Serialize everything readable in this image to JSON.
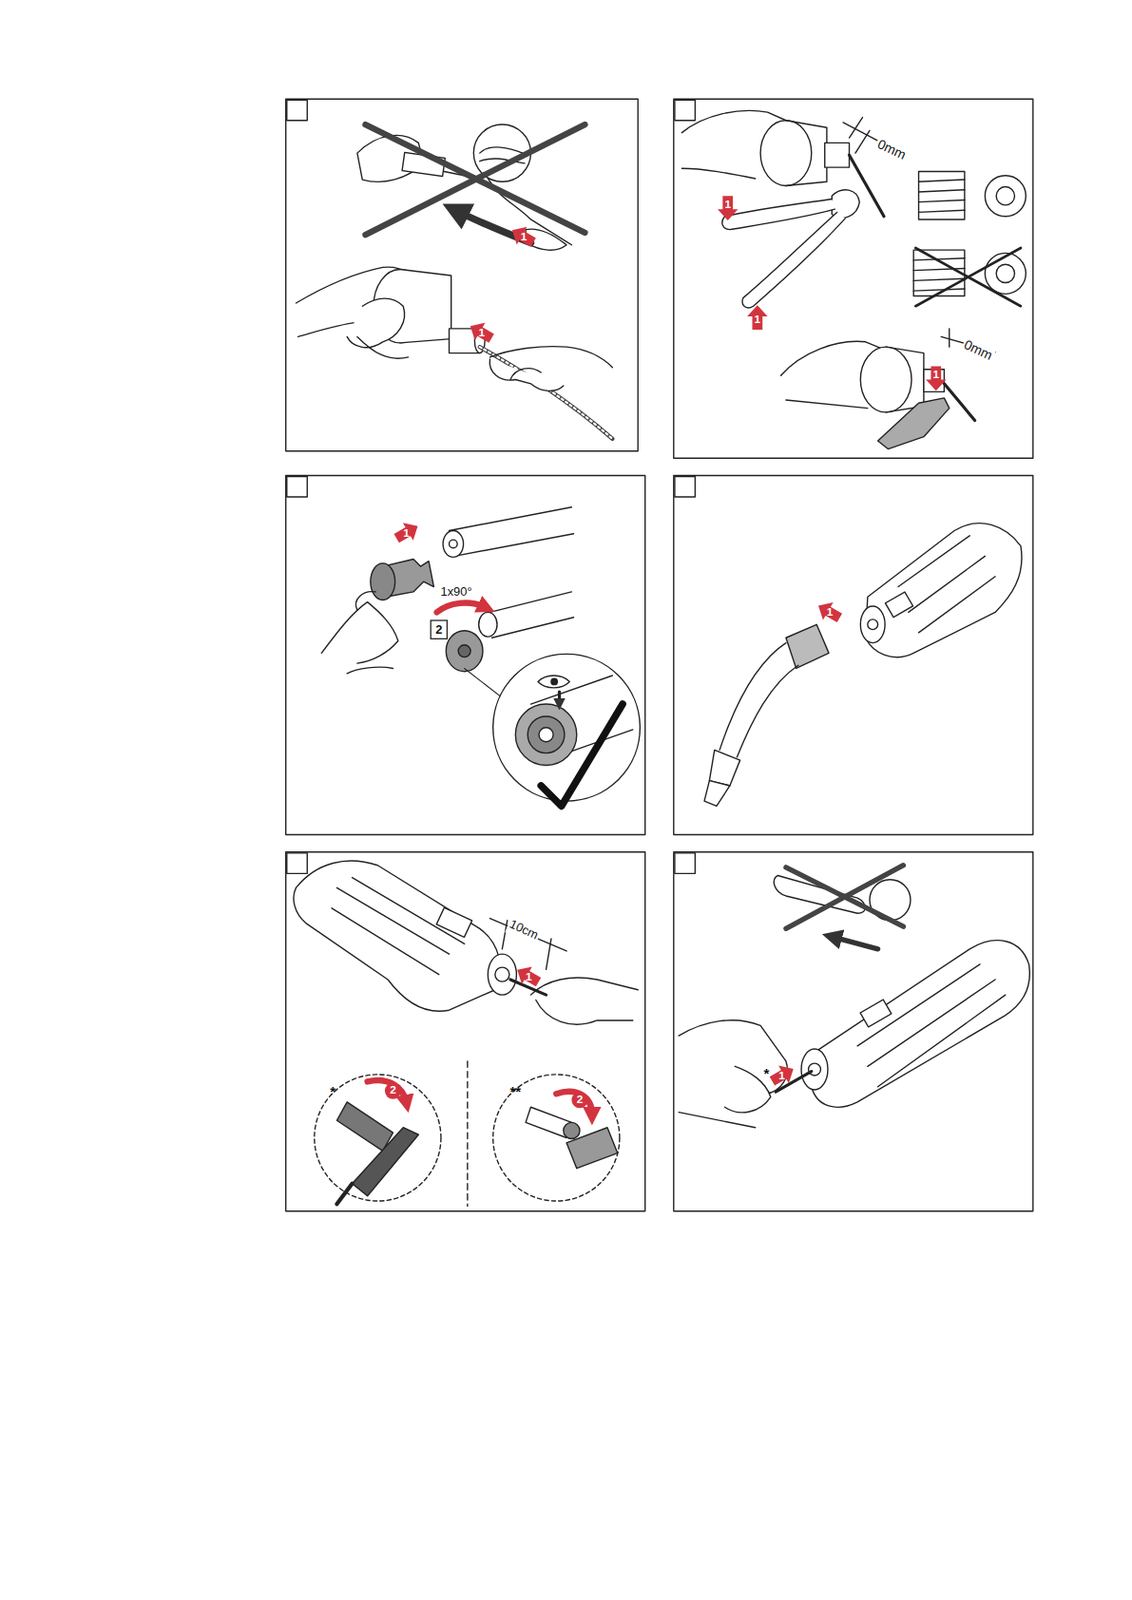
{
  "diagram": {
    "labels": [
      "1",
      "1",
      "0mm",
      "1",
      "1",
      "0mm",
      "1",
      "1",
      "1x90°",
      "2",
      "1",
      "10cm",
      "1",
      "*",
      "2",
      "**",
      "2",
      "*",
      "1"
    ]
  }
}
